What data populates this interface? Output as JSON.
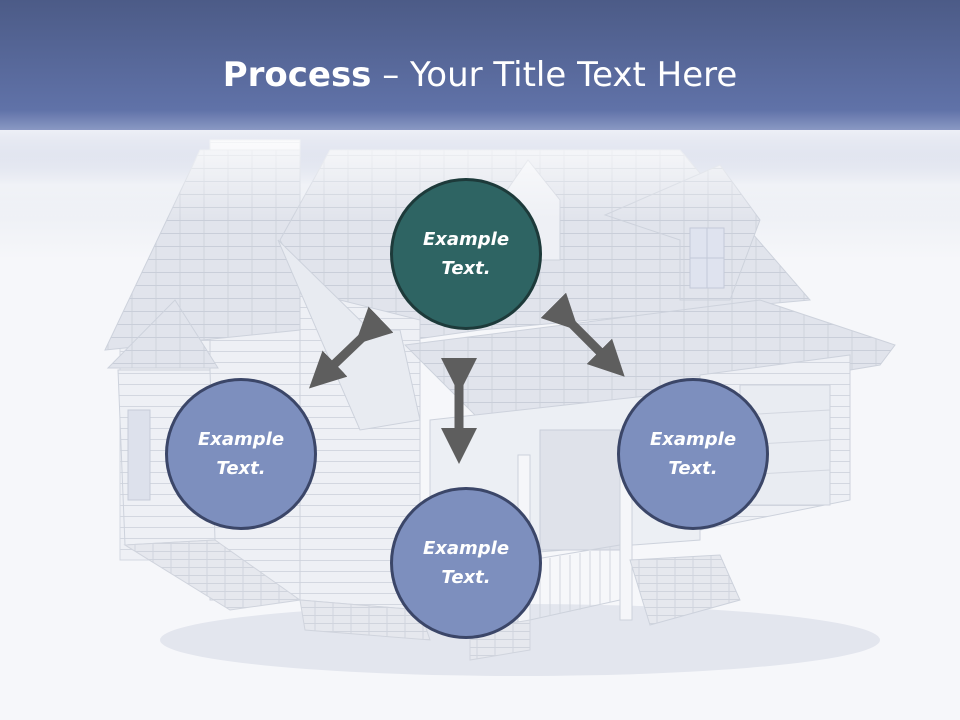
{
  "title": {
    "bold": "Process",
    "rest": " – Your Title Text Here"
  },
  "nodes": [
    {
      "line1": "Example",
      "line2": "Text."
    },
    {
      "line1": "Example",
      "line2": "Text."
    },
    {
      "line1": "Example",
      "line2": "Text."
    },
    {
      "line1": "Example",
      "line2": "Text."
    }
  ],
  "colors": {
    "header": "#5a6ba0",
    "node_blue": "#7d8fbe",
    "node_teal": "#2e6463",
    "arrow": "#5e5e5e"
  }
}
